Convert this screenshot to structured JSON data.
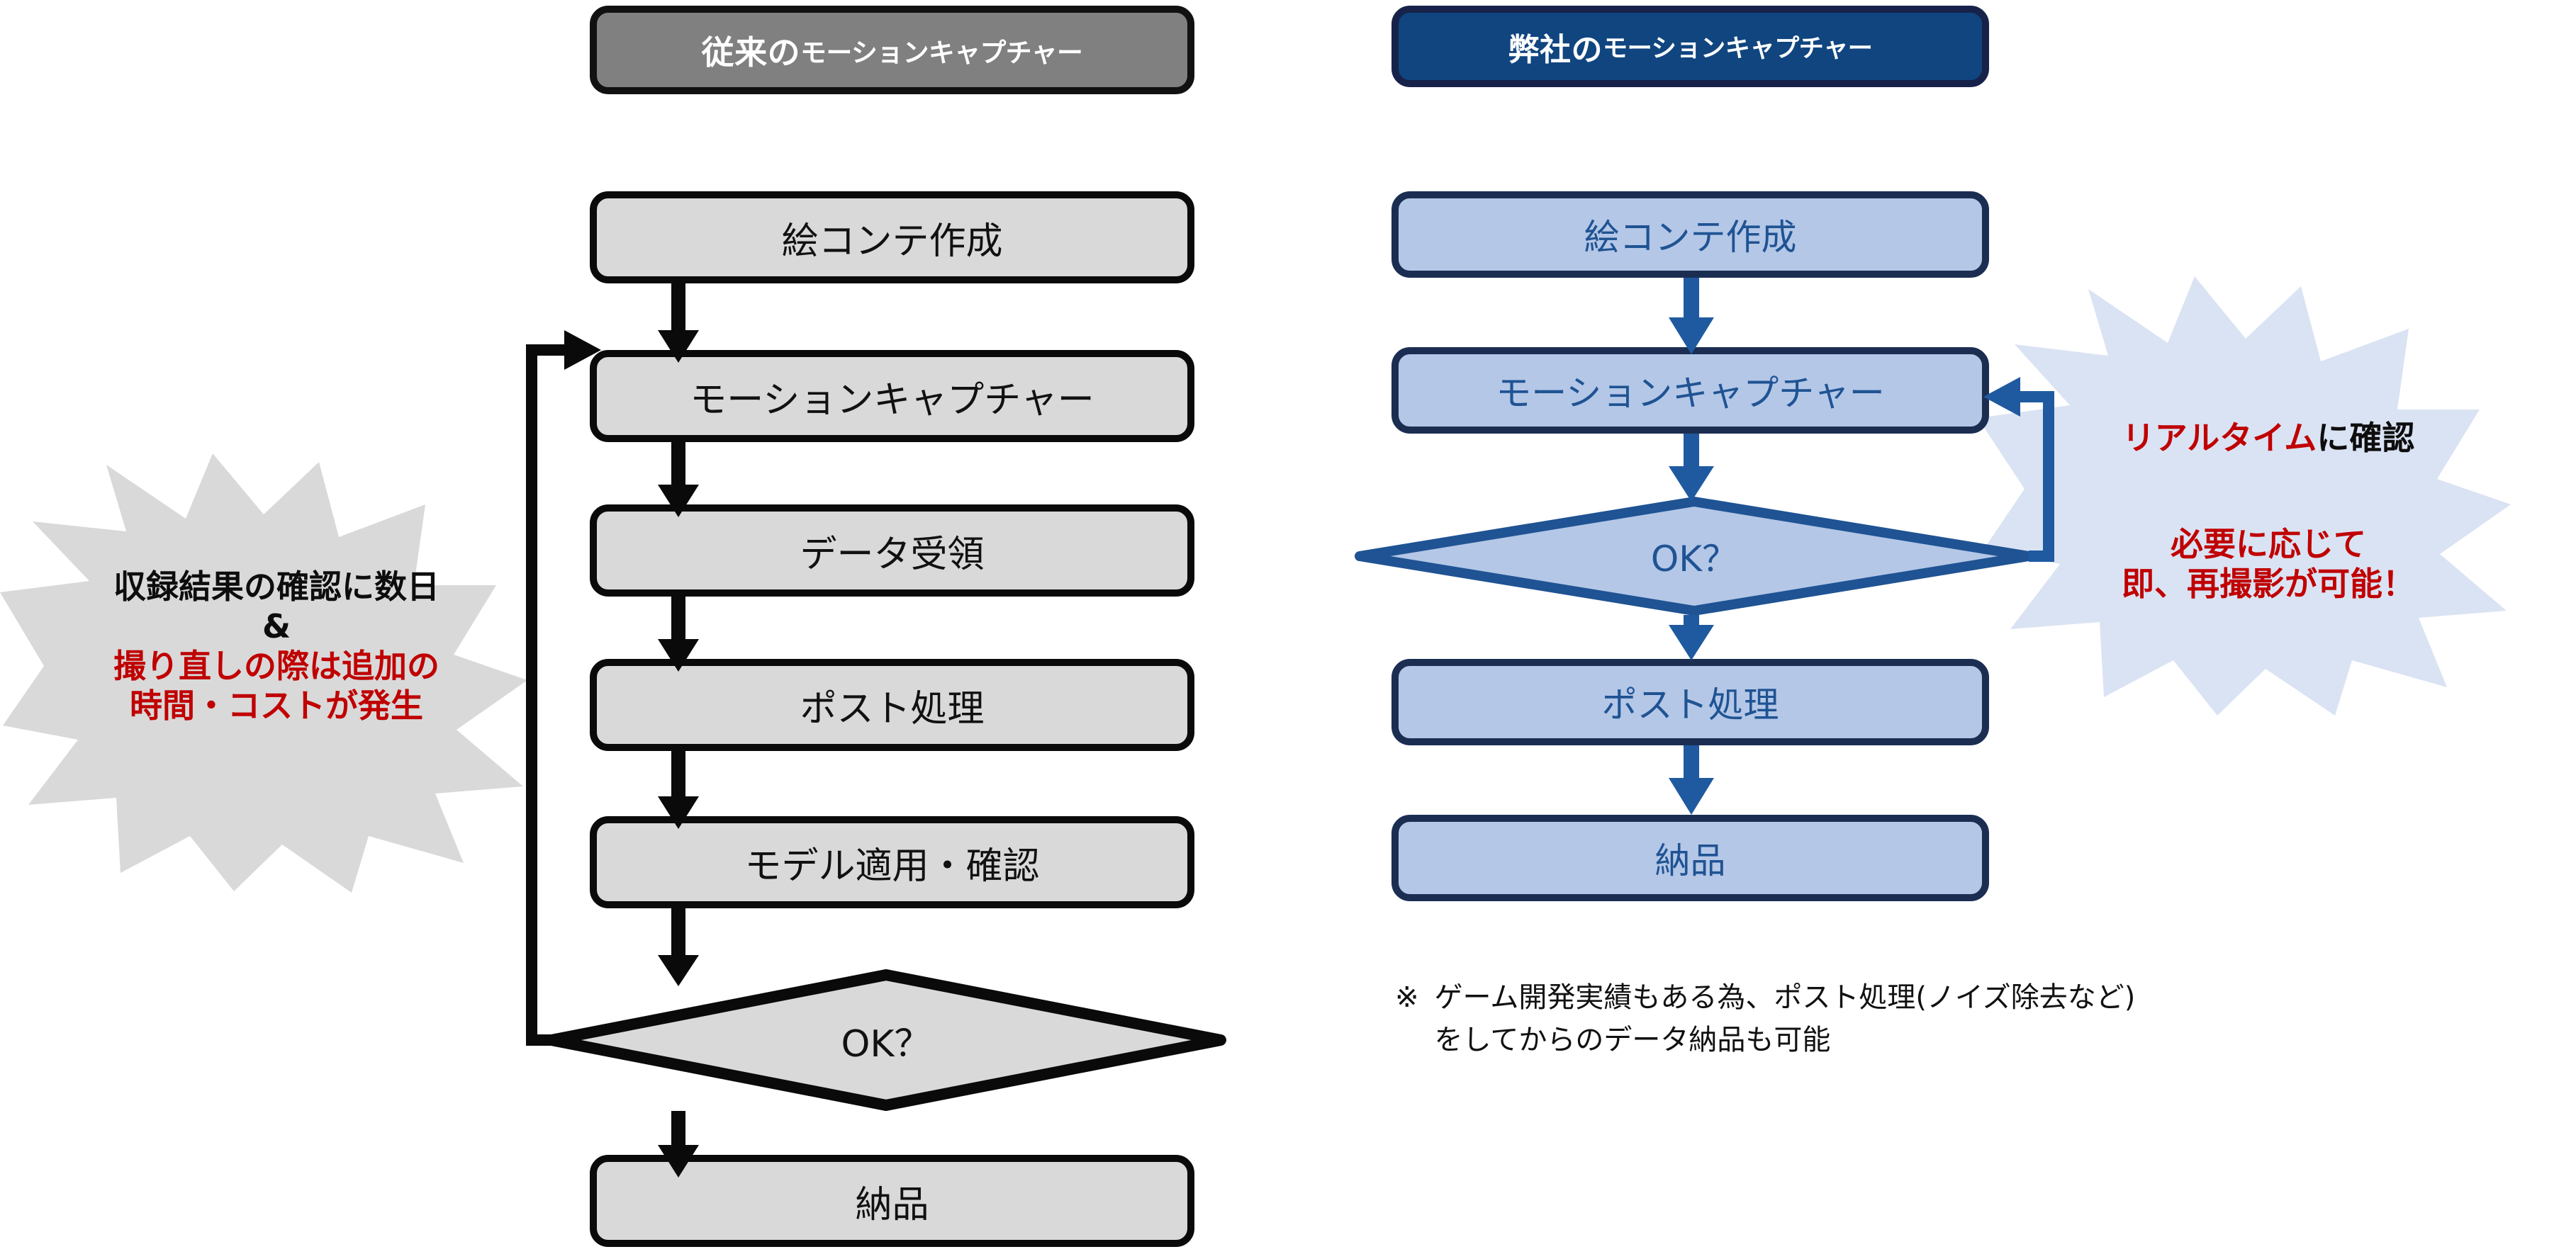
{
  "headers": {
    "left": {
      "prefix": "従来の",
      "suffix": "モーションキャプチャー"
    },
    "right": {
      "prefix": "弊社の",
      "suffix": "モーションキャプチャー"
    }
  },
  "left_flow": {
    "nodes": [
      {
        "id": "storyboard",
        "label": "絵コンテ作成",
        "shape": "box"
      },
      {
        "id": "mocap",
        "label": "モーションキャプチャー",
        "shape": "box"
      },
      {
        "id": "receive",
        "label": "データ受領",
        "shape": "box"
      },
      {
        "id": "post",
        "label": "ポスト処理",
        "shape": "box"
      },
      {
        "id": "model",
        "label": "モデル適用・確認",
        "shape": "box"
      },
      {
        "id": "ok",
        "label": "OK？",
        "shape": "diamond"
      },
      {
        "id": "deliver",
        "label": "納品",
        "shape": "box"
      }
    ],
    "loop": {
      "from": "ok",
      "to": "mocap",
      "side": "left"
    }
  },
  "right_flow": {
    "nodes": [
      {
        "id": "storyboard",
        "label": "絵コンテ作成",
        "shape": "box"
      },
      {
        "id": "mocap",
        "label": "モーションキャプチャー",
        "shape": "box"
      },
      {
        "id": "ok",
        "label": "OK？",
        "shape": "diamond"
      },
      {
        "id": "post",
        "label": "ポスト処理",
        "shape": "box"
      },
      {
        "id": "deliver",
        "label": "納品",
        "shape": "box"
      }
    ],
    "loop": {
      "from": "ok",
      "to": "mocap",
      "side": "right"
    }
  },
  "left_callout": {
    "line1": "収録結果の確認に数日",
    "line2": "&",
    "line3": "撮り直しの際は追加の",
    "line4": "時間・コストが発生"
  },
  "right_callout": {
    "line1_red": "リアルタイム",
    "line1_black": "に確認",
    "line2": "必要に応じて",
    "line3": "即、再撮影が可能！"
  },
  "footnote": {
    "mark": "※",
    "line1": "ゲーム開発実績もある為、ポスト処理(ノイズ除去など)",
    "line2": "をしてからのデータ納品も可能"
  },
  "colors": {
    "left_header_fill": "#808080",
    "left_header_border": "#111111",
    "right_header_fill": "#10457f",
    "right_header_border": "#17224a",
    "left_box_fill": "#d9d9d9",
    "left_box_border": "#0a0a0a",
    "right_box_fill": "#b4c7e7",
    "right_box_border": "#1b2e52",
    "right_text": "#1f5393",
    "arrow_left": "#0a0a0a",
    "arrow_right": "#1f5aa0",
    "burst_left_fill": "#d9d9d9",
    "burst_right_fill": "#dae3f3",
    "accent_red": "#c00000"
  }
}
